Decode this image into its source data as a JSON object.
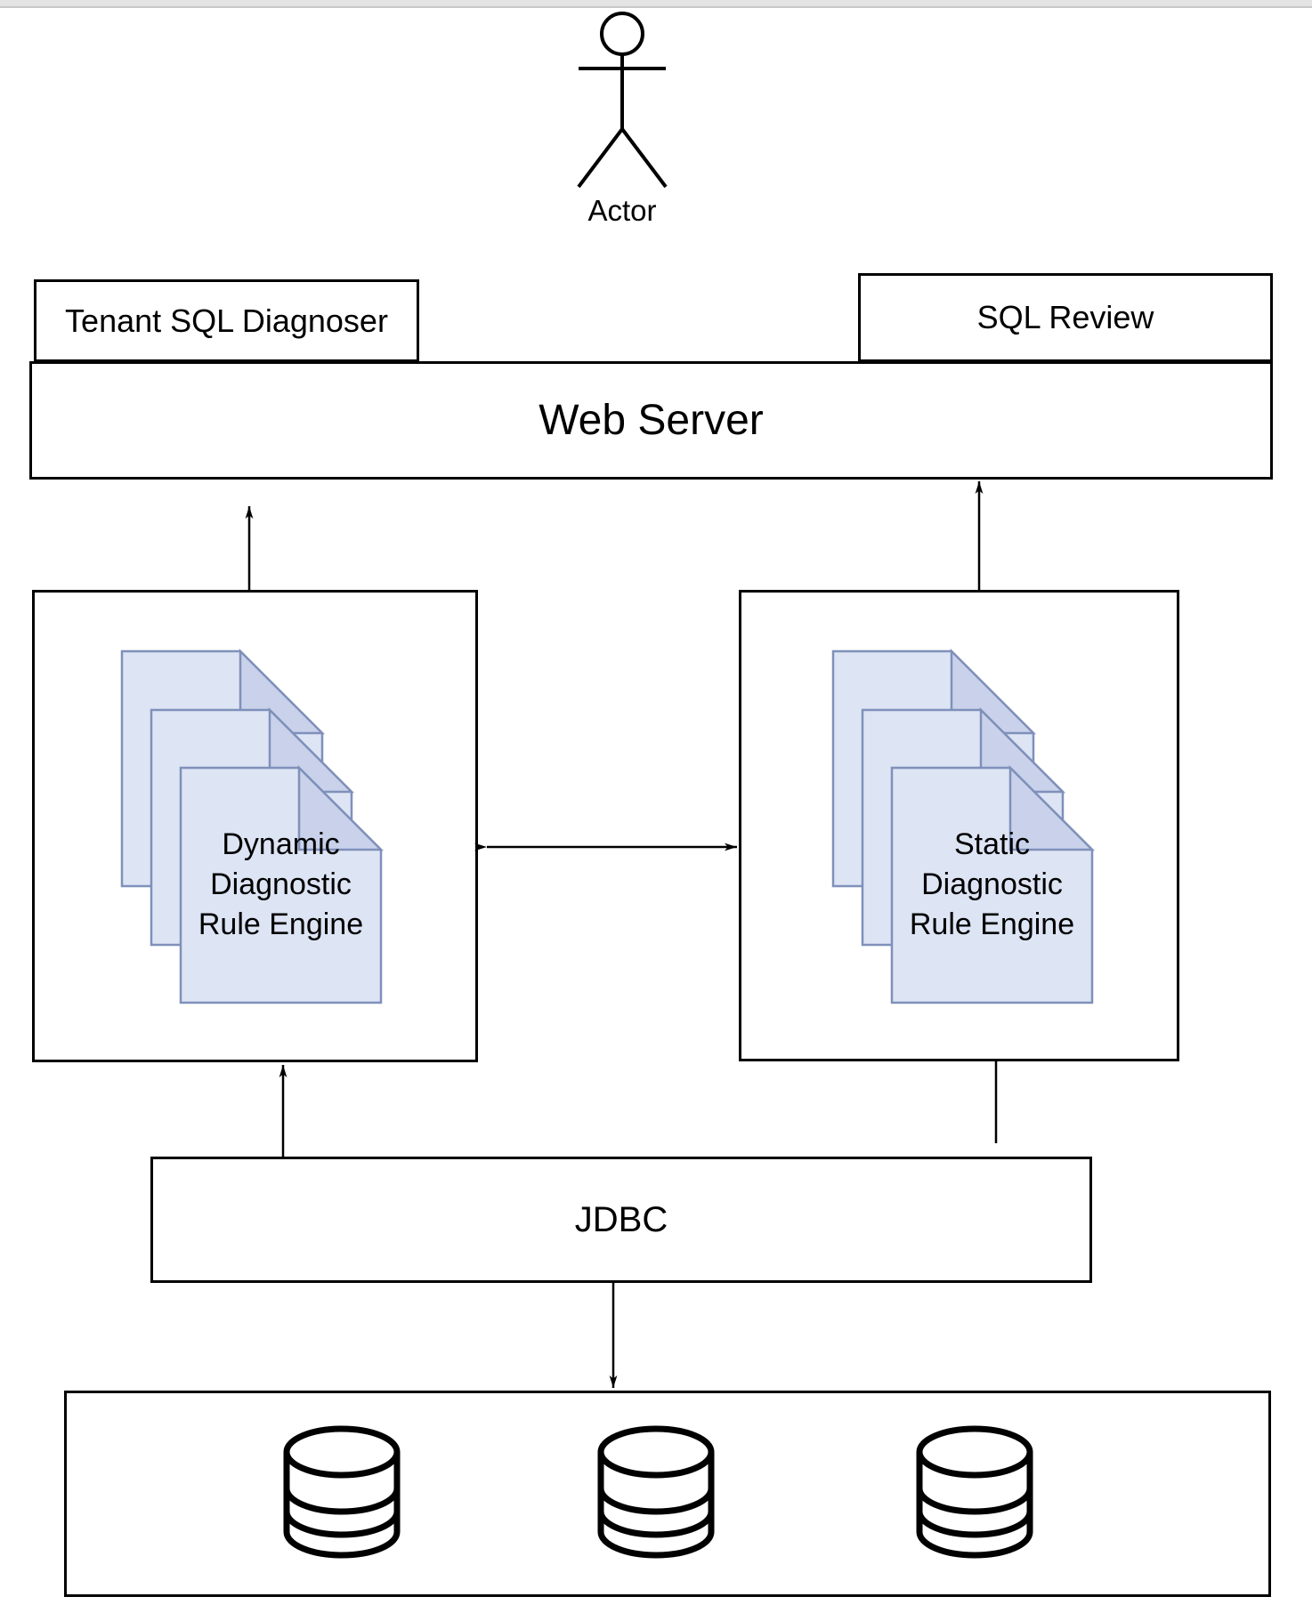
{
  "diagram": {
    "actor": {
      "label": "Actor"
    },
    "tenant_box": {
      "label": "Tenant SQL Diagnoser"
    },
    "sql_review_box": {
      "label": "SQL Review"
    },
    "web_server_box": {
      "label": "Web Server"
    },
    "dynamic_engine": {
      "lines": [
        "Dynamic",
        "Diagnostic",
        "Rule Engine"
      ]
    },
    "static_engine": {
      "lines": [
        "Static",
        "Diagnostic",
        "Rule Engine"
      ]
    },
    "jdbc_box": {
      "label": "JDBC"
    },
    "database_box": {
      "database_count": "3"
    },
    "colors": {
      "note_fill": "#dde4f4",
      "note_fold": "#c9d2ea",
      "note_stroke": "#7f90ba",
      "line_color": "#000000",
      "window_bar": "#e4e4e4"
    }
  }
}
